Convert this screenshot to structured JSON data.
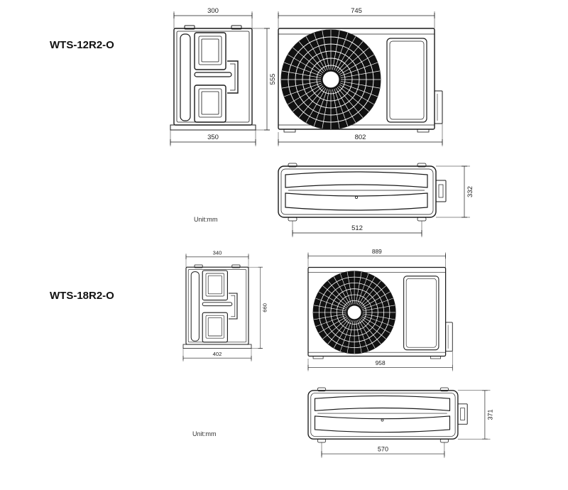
{
  "units": [
    {
      "model": "WTS-12R2-O",
      "unit_label": "Unit:mm",
      "side_depth_top": "300",
      "side_depth_bottom": "350",
      "height": "555",
      "front_width_top": "745",
      "front_width_bottom": "802",
      "top_depth": "332",
      "mount_spacing": "512"
    },
    {
      "model": "WTS-18R2-O",
      "unit_label": "Unit:mm",
      "side_depth_top": "340",
      "side_depth_bottom": "402",
      "height": "660",
      "front_width_top": "889",
      "front_width_bottom": "958",
      "top_depth": "371",
      "mount_spacing": "570"
    }
  ],
  "colors": {
    "line": "#1a1a1a",
    "fan_grill": "#111111"
  }
}
